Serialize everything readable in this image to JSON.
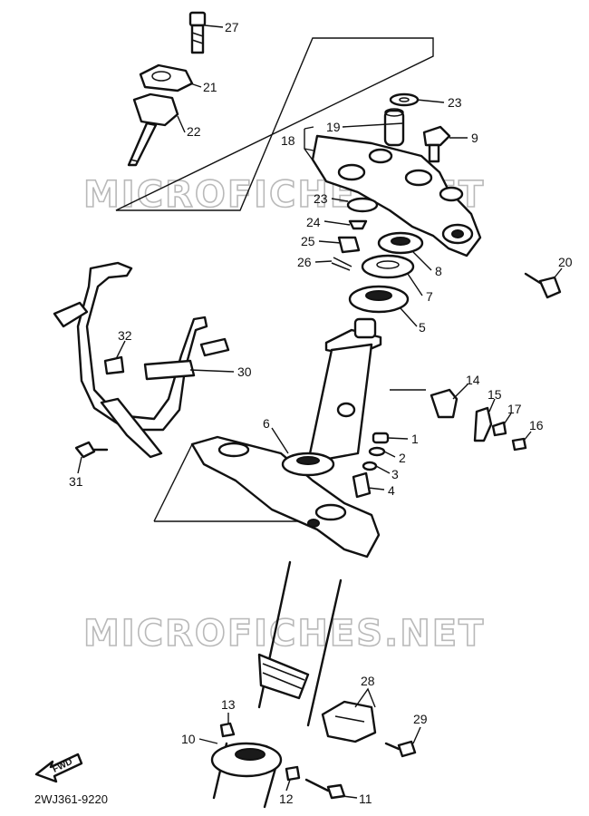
{
  "watermark": "MICROFICHES.NET",
  "diagram_code": "2WJ361-9220",
  "fwd_label": "FWD",
  "callouts": [
    {
      "id": "27",
      "label": "27"
    },
    {
      "id": "21",
      "label": "21"
    },
    {
      "id": "22",
      "label": "22"
    },
    {
      "id": "23a",
      "label": "23"
    },
    {
      "id": "19",
      "label": "19"
    },
    {
      "id": "18",
      "label": "18"
    },
    {
      "id": "9",
      "label": "9"
    },
    {
      "id": "23b",
      "label": "23"
    },
    {
      "id": "24",
      "label": "24"
    },
    {
      "id": "25",
      "label": "25"
    },
    {
      "id": "26",
      "label": "26"
    },
    {
      "id": "8",
      "label": "8"
    },
    {
      "id": "7",
      "label": "7"
    },
    {
      "id": "5",
      "label": "5"
    },
    {
      "id": "20",
      "label": "20"
    },
    {
      "id": "32",
      "label": "32"
    },
    {
      "id": "30",
      "label": "30"
    },
    {
      "id": "14",
      "label": "14"
    },
    {
      "id": "15",
      "label": "15"
    },
    {
      "id": "17",
      "label": "17"
    },
    {
      "id": "16",
      "label": "16"
    },
    {
      "id": "6",
      "label": "6"
    },
    {
      "id": "1",
      "label": "1"
    },
    {
      "id": "2",
      "label": "2"
    },
    {
      "id": "3",
      "label": "3"
    },
    {
      "id": "4",
      "label": "4"
    },
    {
      "id": "31",
      "label": "31"
    },
    {
      "id": "28",
      "label": "28"
    },
    {
      "id": "13",
      "label": "13"
    },
    {
      "id": "29",
      "label": "29"
    },
    {
      "id": "10",
      "label": "10"
    },
    {
      "id": "12",
      "label": "12"
    },
    {
      "id": "11",
      "label": "11"
    }
  ]
}
